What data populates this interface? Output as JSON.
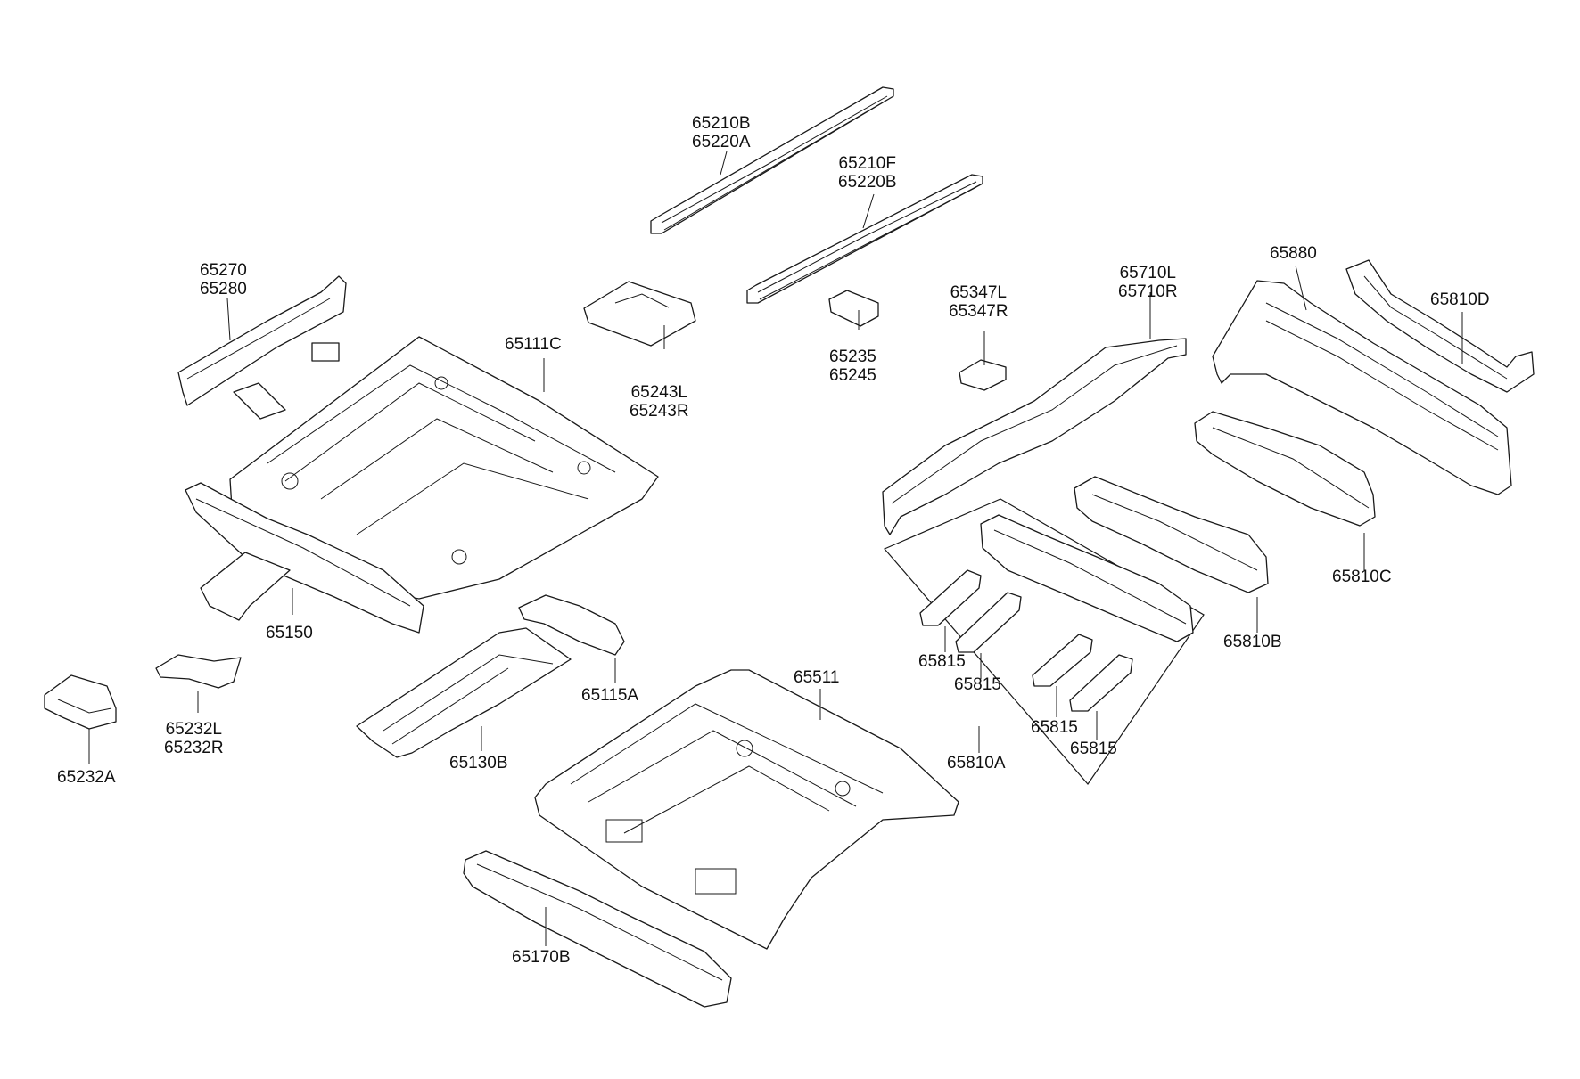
{
  "parts": [
    {
      "id": "p65210B",
      "lines": [
        "65210B",
        "65220A"
      ]
    },
    {
      "id": "p65210F",
      "lines": [
        "65210F",
        "65220B"
      ]
    },
    {
      "id": "p65270",
      "lines": [
        "65270",
        "65280"
      ]
    },
    {
      "id": "p65111C",
      "lines": [
        "65111C"
      ]
    },
    {
      "id": "p65243L",
      "lines": [
        "65243L",
        "65243R"
      ]
    },
    {
      "id": "p65235",
      "lines": [
        "65235",
        "65245"
      ]
    },
    {
      "id": "p65347L",
      "lines": [
        "65347L",
        "65347R"
      ]
    },
    {
      "id": "p65710L",
      "lines": [
        "65710L",
        "65710R"
      ]
    },
    {
      "id": "p65880",
      "lines": [
        "65880"
      ]
    },
    {
      "id": "p65810D",
      "lines": [
        "65810D"
      ]
    },
    {
      "id": "p65810C",
      "lines": [
        "65810C"
      ]
    },
    {
      "id": "p65810B",
      "lines": [
        "65810B"
      ]
    },
    {
      "id": "p65150",
      "lines": [
        "65150"
      ]
    },
    {
      "id": "p65232L",
      "lines": [
        "65232L",
        "65232R"
      ]
    },
    {
      "id": "p65232A",
      "lines": [
        "65232A"
      ]
    },
    {
      "id": "p65130B",
      "lines": [
        "65130B"
      ]
    },
    {
      "id": "p65115A",
      "lines": [
        "65115A"
      ]
    },
    {
      "id": "p65511",
      "lines": [
        "65511"
      ]
    },
    {
      "id": "p65815a",
      "lines": [
        "65815"
      ]
    },
    {
      "id": "p65815b",
      "lines": [
        "65815"
      ]
    },
    {
      "id": "p65815c",
      "lines": [
        "65815"
      ]
    },
    {
      "id": "p65815d",
      "lines": [
        "65815"
      ]
    },
    {
      "id": "p65810A",
      "lines": [
        "65810A"
      ]
    },
    {
      "id": "p65170B",
      "lines": [
        "65170B"
      ]
    }
  ]
}
